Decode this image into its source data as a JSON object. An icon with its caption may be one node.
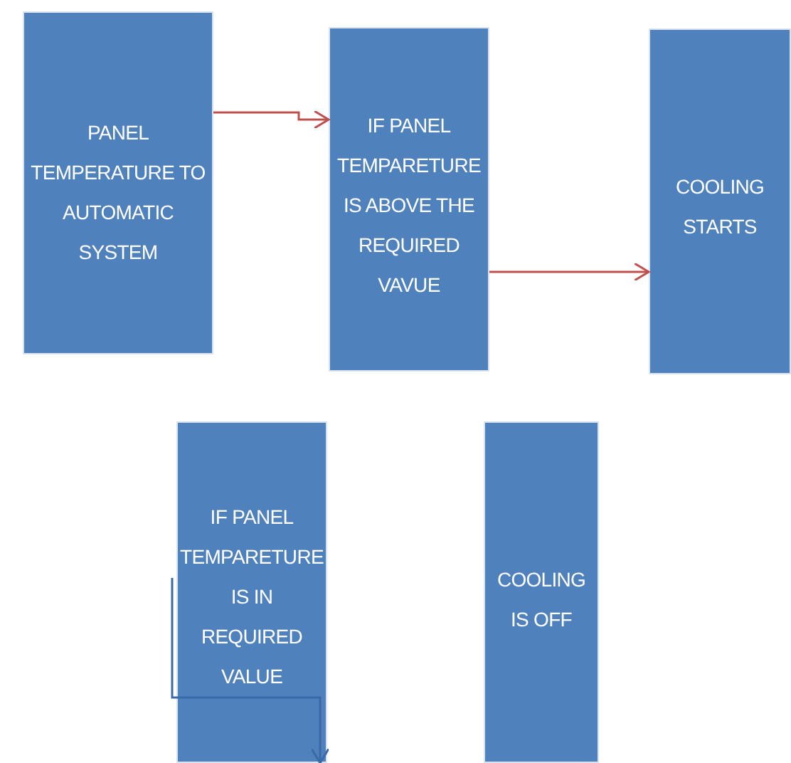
{
  "diagram": {
    "nodes": [
      {
        "text": [
          "PANEL TEMPERATURE TO AUTOMATIC SYSTEM"
        ]
      },
      {
        "text": [
          "IF PANEL TEMPARETURE IS ABOVE THE REQUIRED VAVUE"
        ]
      },
      {
        "text": [
          "COOLING STARTS"
        ]
      },
      {
        "text": [
          "IF PANEL TEMPARETURE IS IN REQUIRED VALUE"
        ]
      },
      {
        "text": [
          "COOLING IS OFF"
        ]
      }
    ],
    "edges": [
      {
        "from": 0,
        "to": 1,
        "arrow": "to"
      },
      {
        "from": 1,
        "to": 2,
        "arrow": "to"
      },
      {
        "from": null,
        "to": 3,
        "arrow": "to",
        "color": "#3a6aa8"
      }
    ]
  }
}
